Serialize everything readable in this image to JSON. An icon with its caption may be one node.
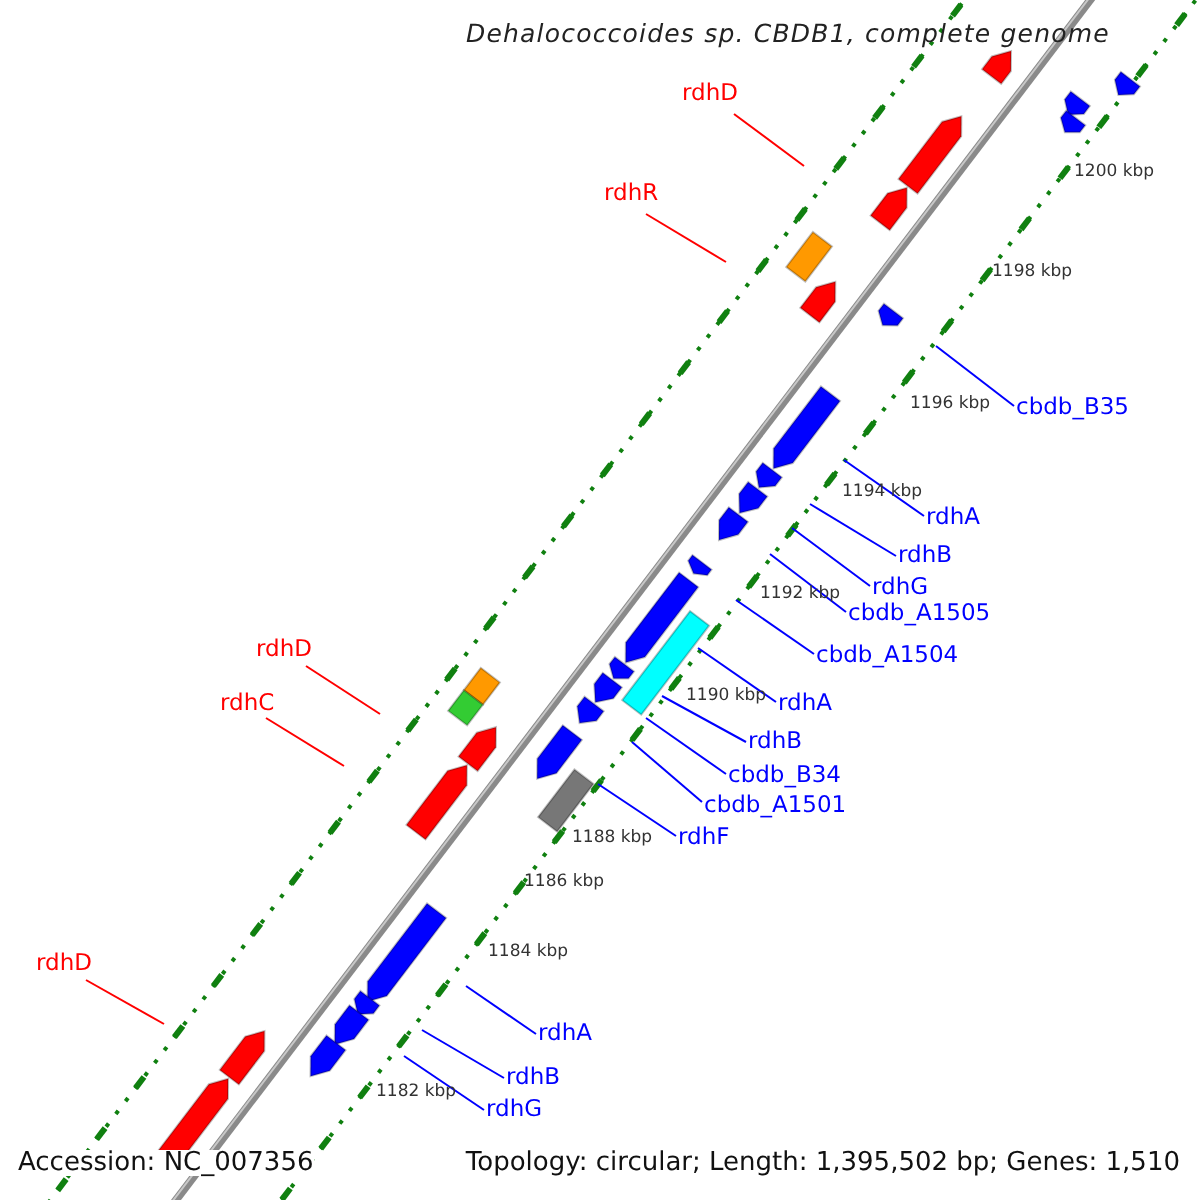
{
  "diagram": {
    "title": "Dehalococcoides sp. CBDB1, complete genome",
    "nodes": [
      {
        "text": [
          "rdhD"
        ]
      },
      {
        "text": [
          "rdhR"
        ]
      },
      {
        "text": [
          "rdhD"
        ]
      },
      {
        "text": [
          "rdhC"
        ]
      },
      {
        "text": [
          "rdhD"
        ]
      },
      {
        "text": [
          "cbdb_B35"
        ]
      },
      {
        "text": [
          "rdhA"
        ]
      },
      {
        "text": [
          "rdhB"
        ]
      },
      {
        "text": [
          "rdhG"
        ]
      },
      {
        "text": [
          "cbdb_A1505"
        ]
      },
      {
        "text": [
          "cbdb_A1504"
        ]
      },
      {
        "text": [
          "rdhA"
        ]
      },
      {
        "text": [
          "rdhB"
        ]
      },
      {
        "text": [
          "cbdb_B34"
        ]
      },
      {
        "text": [
          "cbdb_A1501"
        ]
      },
      {
        "text": [
          "rdhF"
        ]
      },
      {
        "text": [
          "rdhA"
        ]
      },
      {
        "text": [
          "rdhB"
        ]
      },
      {
        "text": [
          "rdhG"
        ]
      }
    ],
    "edges": [
      {
        "from": 0,
        "to": null,
        "arrow": "none",
        "color": "#ff0000"
      },
      {
        "from": 1,
        "to": null,
        "arrow": "none",
        "color": "#ff0000"
      },
      {
        "from": 2,
        "to": null,
        "arrow": "none",
        "color": "#ff0000"
      },
      {
        "from": 3,
        "to": null,
        "arrow": "none",
        "color": "#ff0000"
      },
      {
        "from": 4,
        "to": null,
        "arrow": "none",
        "color": "#ff0000"
      },
      {
        "from": 5,
        "to": null,
        "arrow": "none"
      },
      {
        "from": 6,
        "to": null,
        "arrow": "none"
      },
      {
        "from": 7,
        "to": null,
        "arrow": "none"
      },
      {
        "from": 8,
        "to": null,
        "arrow": "none"
      },
      {
        "from": 9,
        "to": null,
        "arrow": "none"
      },
      {
        "from": 10,
        "to": null,
        "arrow": "none"
      },
      {
        "from": 11,
        "to": null,
        "arrow": "none"
      },
      {
        "from": 12,
        "to": null,
        "arrow": "none"
      },
      {
        "from": 13,
        "to": null,
        "arrow": "none"
      },
      {
        "from": 14,
        "to": null,
        "arrow": "none"
      },
      {
        "from": 15,
        "to": null,
        "arrow": "none"
      },
      {
        "from": 16,
        "to": null,
        "arrow": "none"
      },
      {
        "from": 17,
        "to": null,
        "arrow": "none"
      },
      {
        "from": 18,
        "to": null,
        "arrow": "none"
      }
    ],
    "labels": [
      "1200 kbp",
      "1198 kbp",
      "1196 kbp",
      "1194 kbp",
      "1192 kbp",
      "1190 kbp",
      "1188 kbp",
      "1186 kbp",
      "1184 kbp",
      "1182 kbp",
      "Accession: NC_007356",
      "Topology: circular; Length: 1,395,502 bp; Genes: 1,510"
    ]
  }
}
